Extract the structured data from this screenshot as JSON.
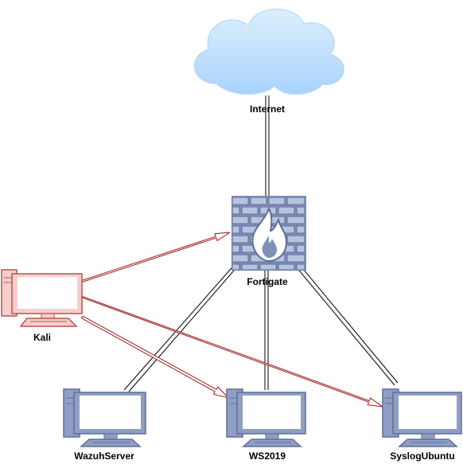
{
  "colors": {
    "cloud_fill": "#a9d3fb",
    "cloud_fill_light": "#dceffe",
    "device_fill": "#8f9ec2",
    "device_stroke": "#5f6f99",
    "firewall_fill": "#7e8fb8",
    "attacker_stroke": "#b85450",
    "attacker_fill": "#f8cecc",
    "attack_arrow": "#9e1a1a",
    "link": "#000000"
  },
  "nodes": {
    "internet": {
      "label": "Internet",
      "icon": "cloud-icon"
    },
    "fortigate": {
      "label": "Fortigate",
      "icon": "firewall-icon"
    },
    "kali": {
      "label": "Kali",
      "icon": "workstation-icon"
    },
    "wazuh": {
      "label": "WazuhServer",
      "icon": "workstation-icon"
    },
    "ws2019": {
      "label": "WS2019",
      "icon": "workstation-icon"
    },
    "syslog": {
      "label": "SyslogUbuntu",
      "icon": "workstation-icon"
    }
  },
  "links": [
    {
      "from": "internet",
      "to": "fortigate",
      "style": "double"
    },
    {
      "from": "fortigate",
      "to": "wazuh",
      "style": "double"
    },
    {
      "from": "fortigate",
      "to": "ws2019",
      "style": "double"
    },
    {
      "from": "fortigate",
      "to": "syslog",
      "style": "double"
    }
  ],
  "attack_arrows": [
    {
      "from": "kali",
      "to": "fortigate"
    },
    {
      "from": "kali",
      "to": "ws2019"
    },
    {
      "from": "kali",
      "to": "syslog"
    }
  ]
}
